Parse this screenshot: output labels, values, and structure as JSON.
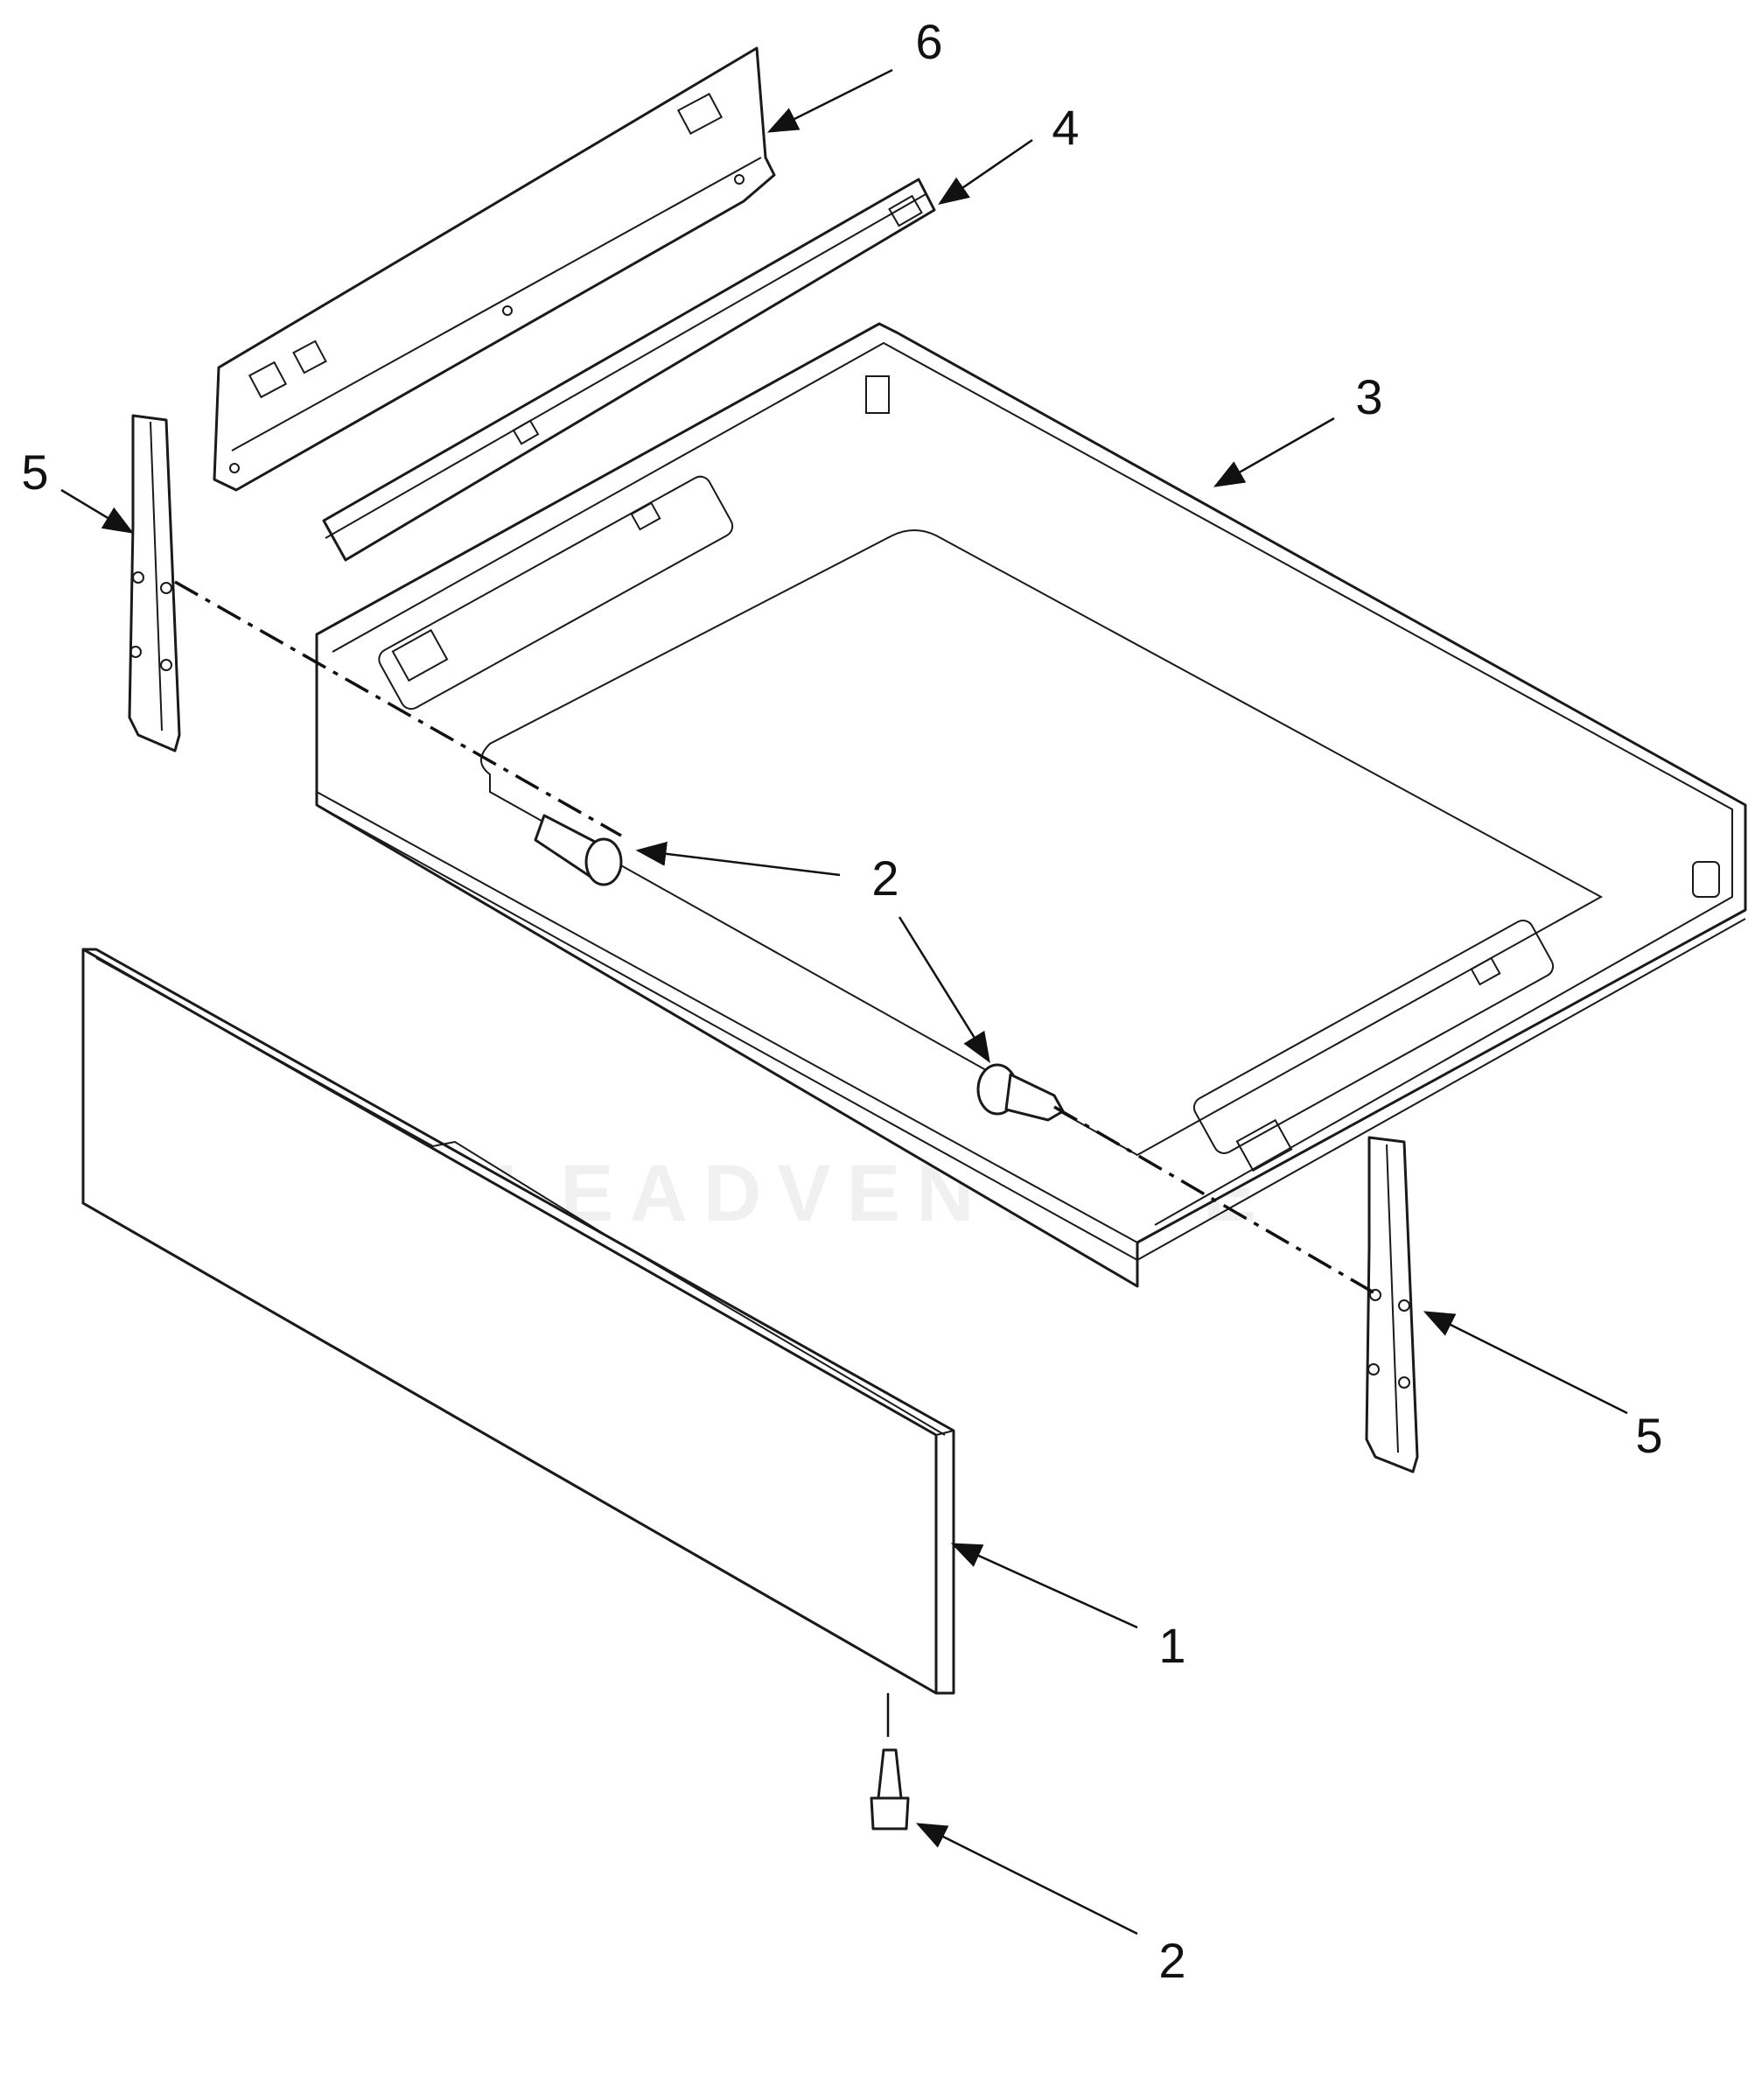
{
  "diagram": {
    "watermark": "LEADVENTURE",
    "callouts": [
      {
        "id": "c6",
        "label": "6",
        "part": "rear-bracket-panel"
      },
      {
        "id": "c4",
        "label": "4",
        "part": "drawer-slide-rail"
      },
      {
        "id": "c3",
        "label": "3",
        "part": "drawer-body"
      },
      {
        "id": "c5a",
        "label": "5",
        "part": "left-support-bracket"
      },
      {
        "id": "c2a",
        "label": "2",
        "part": "screw-left"
      },
      {
        "id": "c2b",
        "label": "2",
        "part": "screw-center"
      },
      {
        "id": "c5b",
        "label": "5",
        "part": "right-support-bracket"
      },
      {
        "id": "c1",
        "label": "1",
        "part": "drawer-front-panel"
      },
      {
        "id": "c2c",
        "label": "2",
        "part": "screw-bottom"
      }
    ]
  }
}
